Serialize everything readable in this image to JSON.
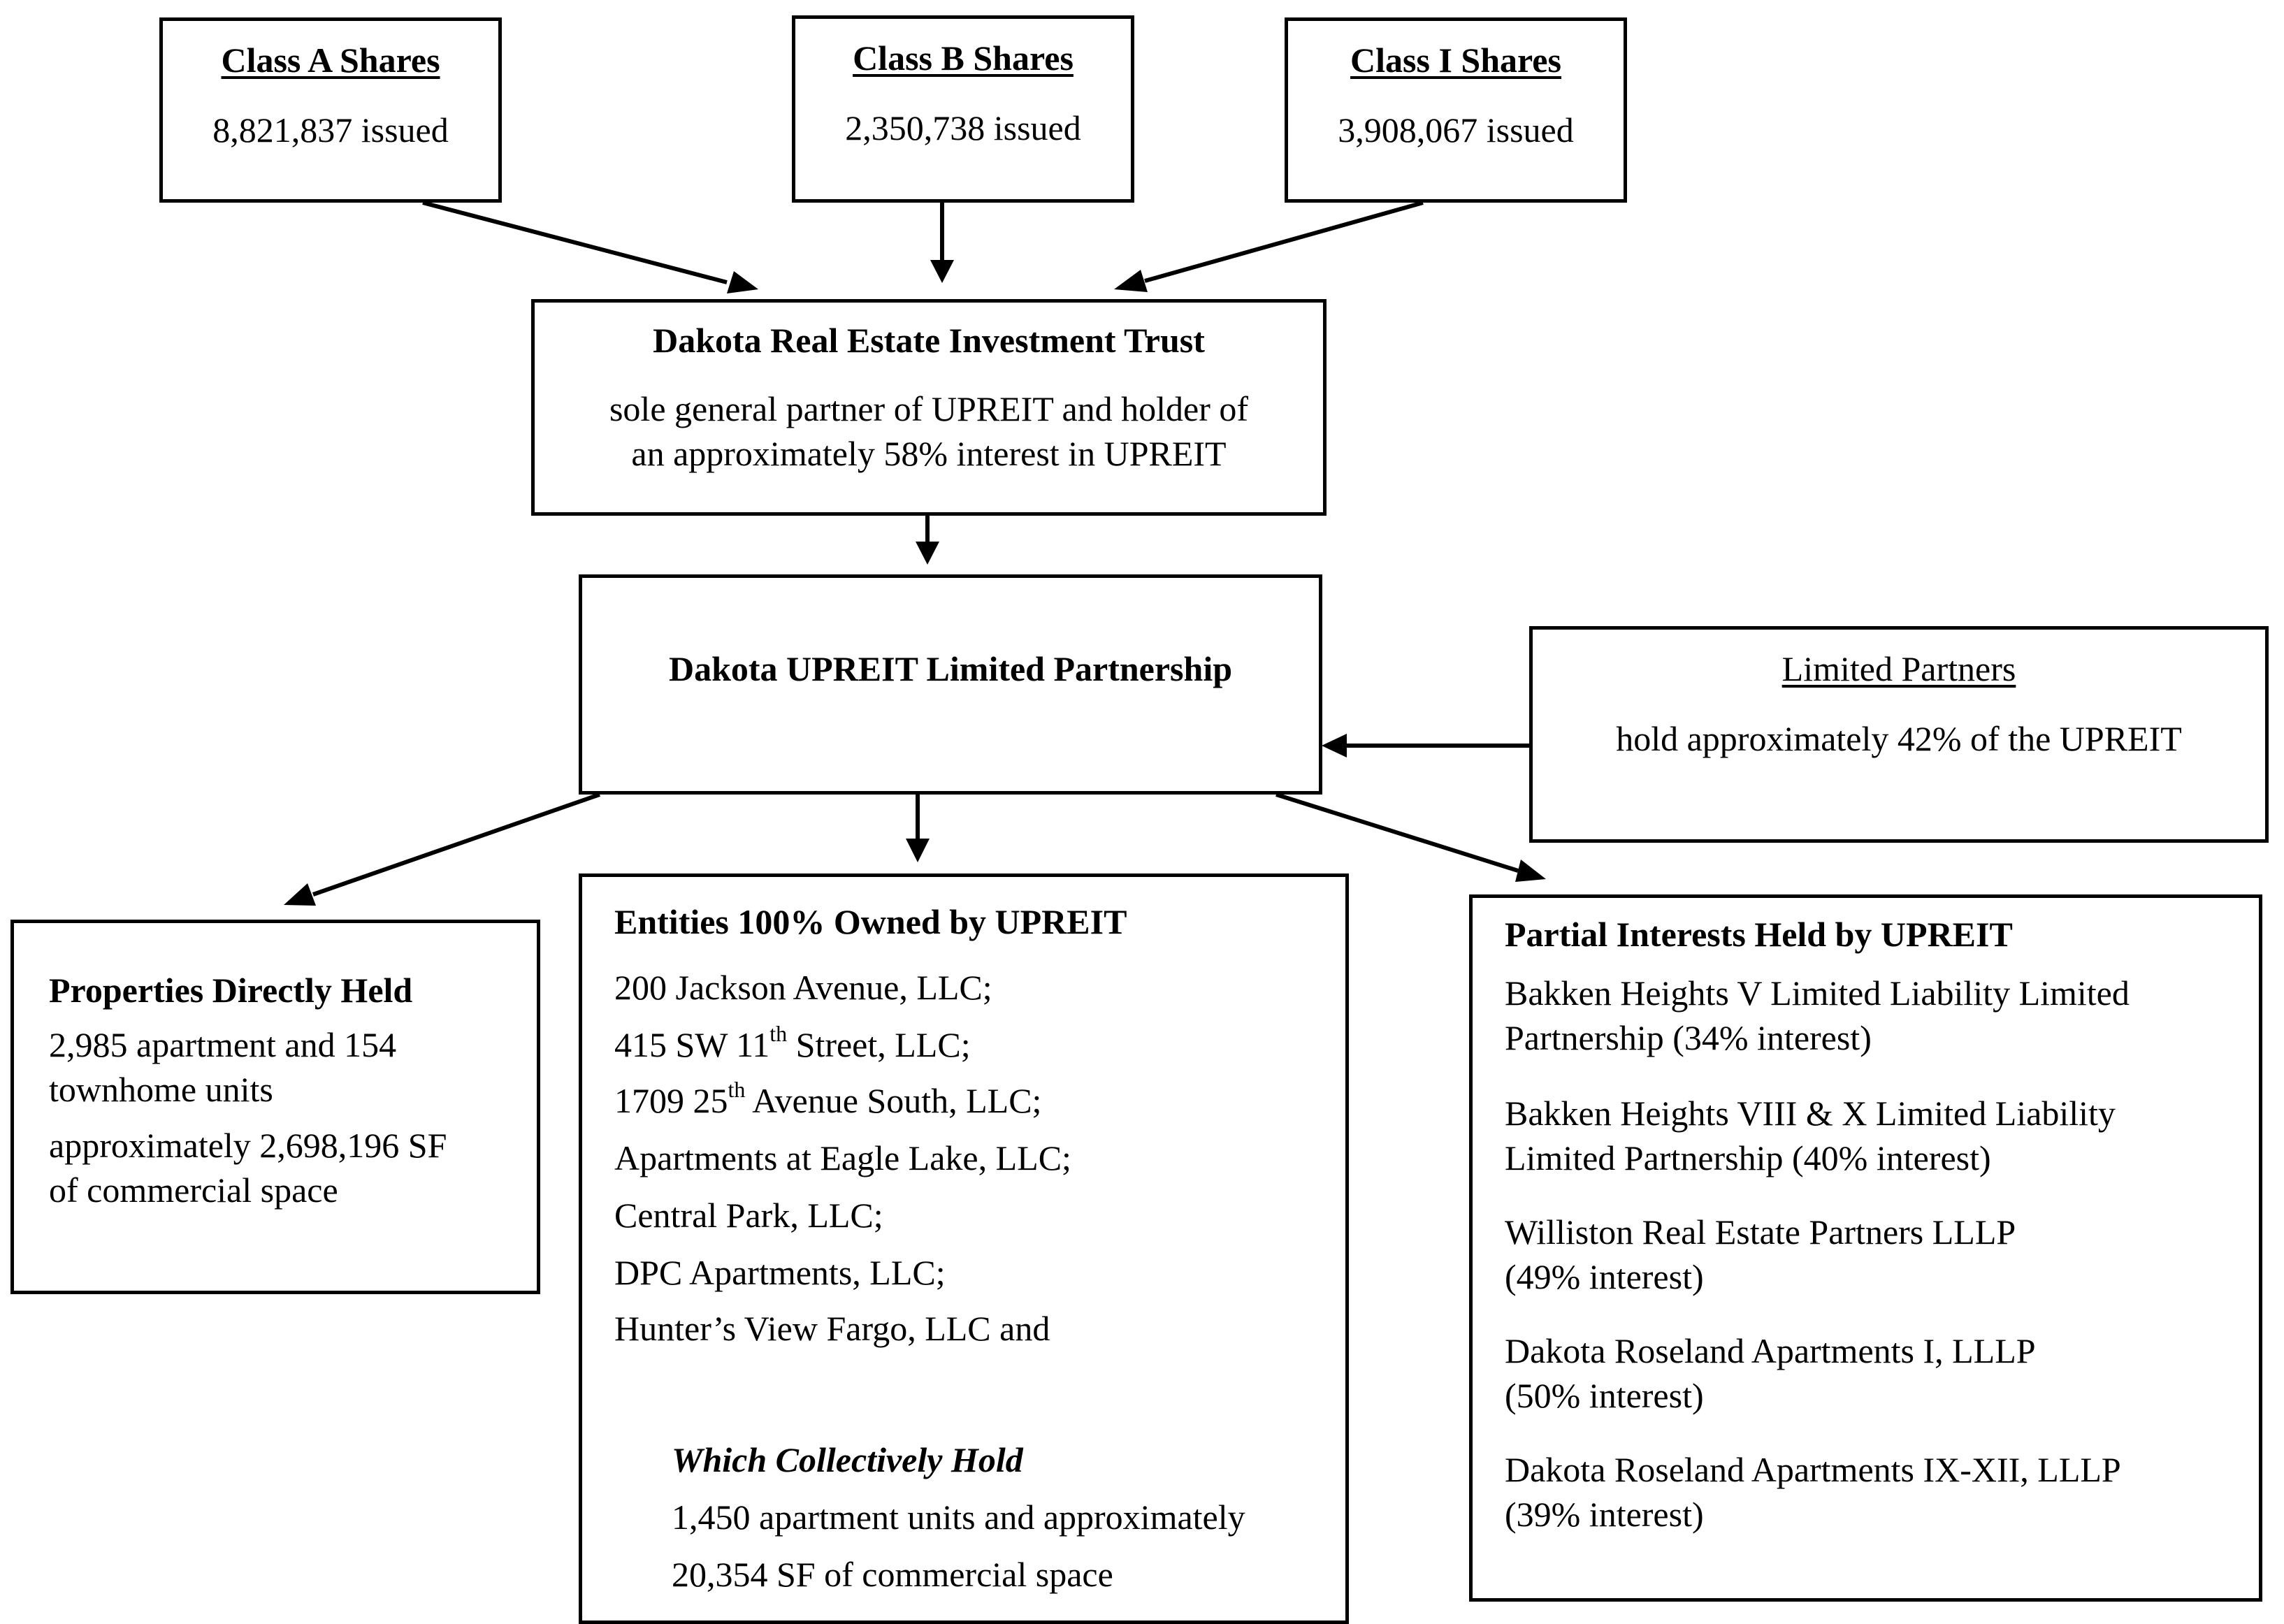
{
  "class_a": {
    "title": "Class A Shares",
    "detail": "8,821,837 issued"
  },
  "class_b": {
    "title": "Class B Shares",
    "detail": "2,350,738 issued"
  },
  "class_i": {
    "title": "Class I Shares",
    "detail": "3,908,067 issued"
  },
  "trust": {
    "title": "Dakota Real Estate Investment Trust",
    "line1": "sole general partner of UPREIT and holder of",
    "line2": "an approximately 58% interest in UPREIT"
  },
  "upreit": {
    "title": "Dakota UPREIT Limited Partnership"
  },
  "limited_partners": {
    "title": "Limited Partners",
    "detail": "hold approximately 42% of the UPREIT"
  },
  "direct": {
    "title": "Properties Directly Held",
    "line1": "2,985 apartment and 154",
    "line2": "townhome units",
    "line3": "approximately 2,698,196 SF",
    "line4": "of commercial space"
  },
  "entities": {
    "title": "Entities 100% Owned by UPREIT",
    "item1": "200 Jackson Avenue, LLC;",
    "item2_pre": "415 SW 11",
    "item2_sup": "th",
    "item2_post": " Street, LLC;",
    "item3_pre": "1709 25",
    "item3_sup": "th",
    "item3_post": " Avenue South, LLC;",
    "item4": "Apartments at Eagle Lake, LLC;",
    "item5": "Central Park, LLC;",
    "item6": "DPC Apartments, LLC;",
    "item7": "Hunter’s View Fargo, LLC and",
    "collective_title": "Which Collectively Hold",
    "collective_line1": "1,450 apartment units and approximately",
    "collective_line2": "20,354 SF of commercial space"
  },
  "partial": {
    "title": "Partial Interests Held by UPREIT",
    "p1_line1": "Bakken Heights V Limited Liability Limited",
    "p1_line2": "Partnership (34% interest)",
    "p2_line1": "Bakken Heights VIII & X Limited Liability",
    "p2_line2": "Limited Partnership (40% interest)",
    "p3_line1": "Williston Real Estate Partners LLLP",
    "p3_line2": "(49% interest)",
    "p4_line1": "Dakota Roseland Apartments I, LLLP",
    "p4_line2": "(50% interest)",
    "p5_line1": "Dakota Roseland Apartments IX-XII, LLLP",
    "p5_line2": "(39% interest)"
  }
}
